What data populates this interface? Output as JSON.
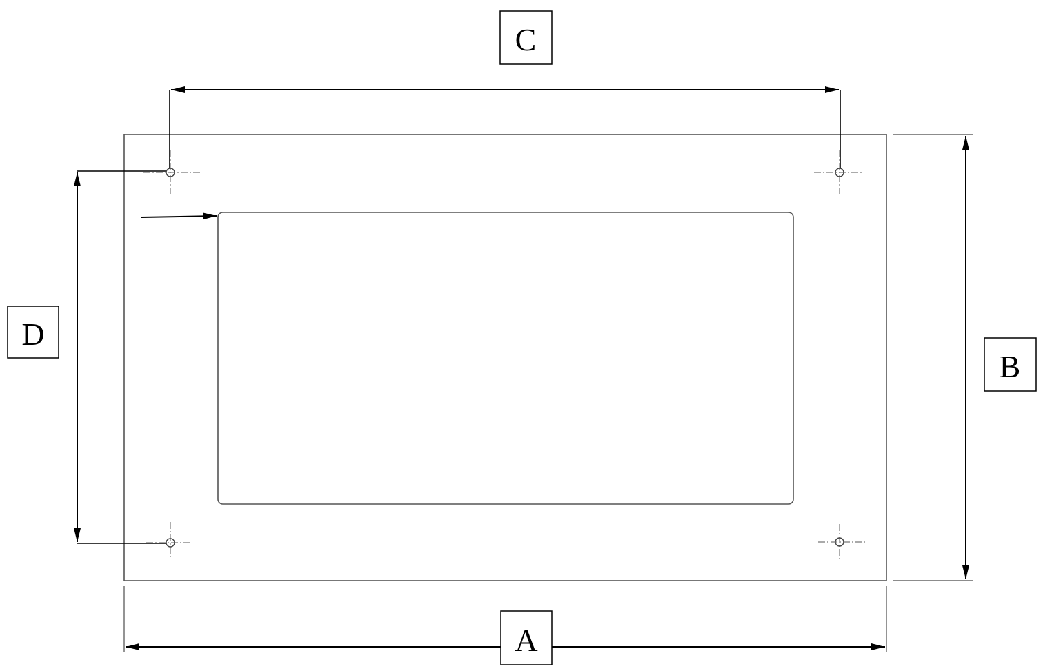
{
  "diagram": {
    "labels": {
      "a": "A",
      "b": "B",
      "c": "C",
      "d": "D"
    },
    "colors": {
      "line": "#000000",
      "outline": "#555555",
      "background": "#ffffff"
    }
  }
}
